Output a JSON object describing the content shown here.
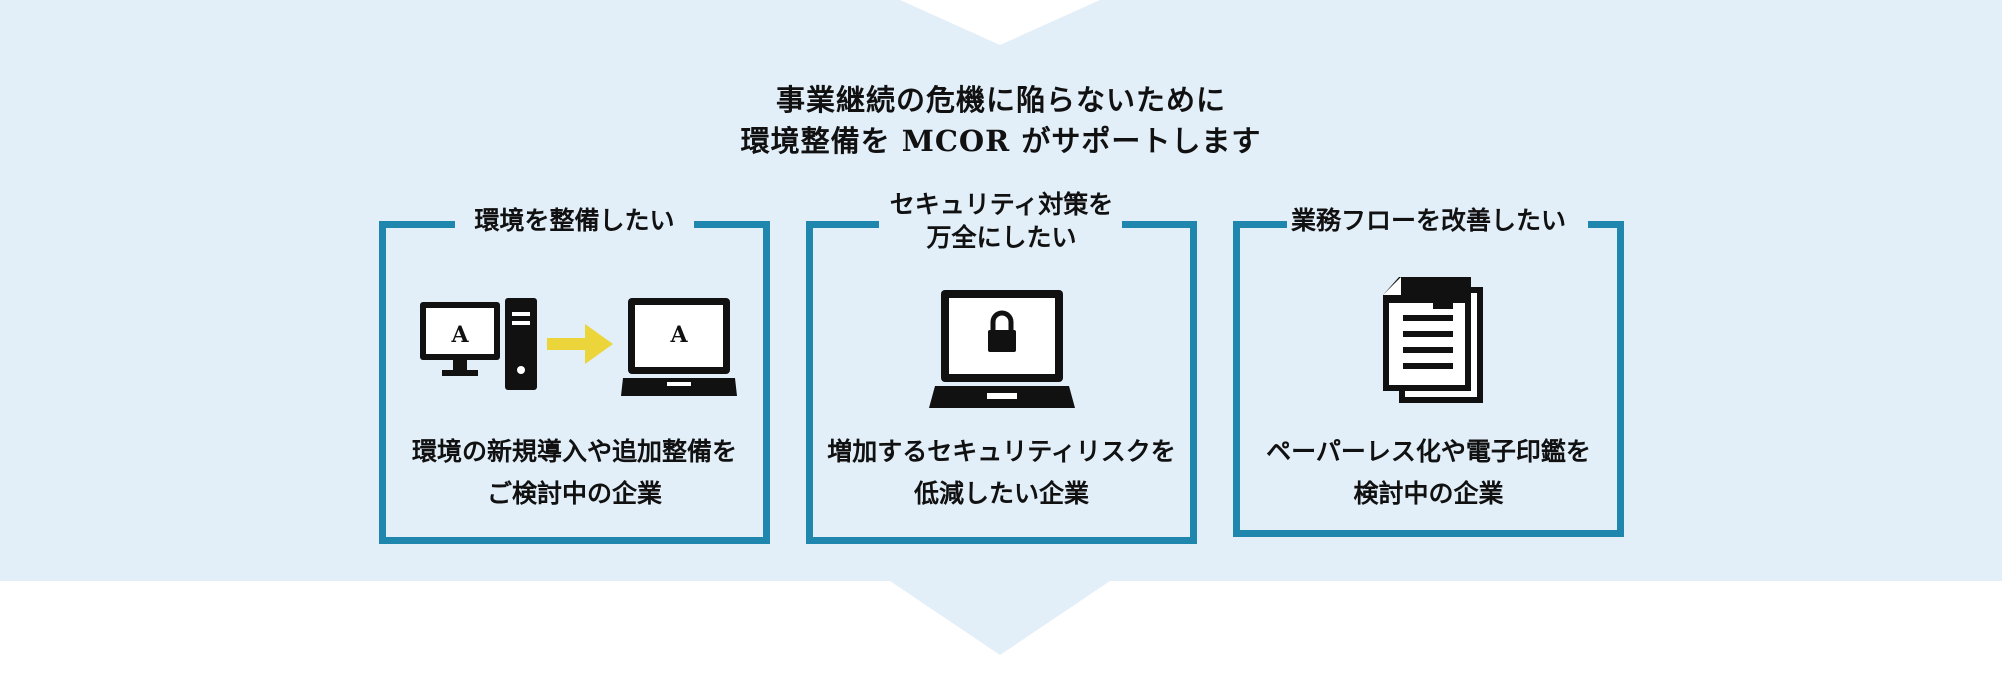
{
  "headline": {
    "line1": "事業継続の危機に陥らないために",
    "line2": "環境整備を MCOR がサポートします"
  },
  "colors": {
    "accent": "#1f86ad",
    "panel": "#e2eff9",
    "arrow": "#ecd53a"
  },
  "cards": [
    {
      "label_lines": [
        "環境を整備したい"
      ],
      "icon": "desktop-to-laptop-icon",
      "monitor_letter": "A",
      "desc_lines": [
        "環境の新規導入や追加整備を",
        "ご検討中の企業"
      ]
    },
    {
      "label_lines": [
        "セキュリティ対策を",
        "万全にしたい"
      ],
      "icon": "laptop-lock-icon",
      "desc_lines": [
        "増加するセキュリティリスクを",
        "低減したい企業"
      ]
    },
    {
      "label_lines": [
        "業務フローを改善したい"
      ],
      "icon": "documents-icon",
      "desc_lines": [
        "ペーパーレス化や電子印鑑を",
        "検討中の企業"
      ]
    }
  ]
}
